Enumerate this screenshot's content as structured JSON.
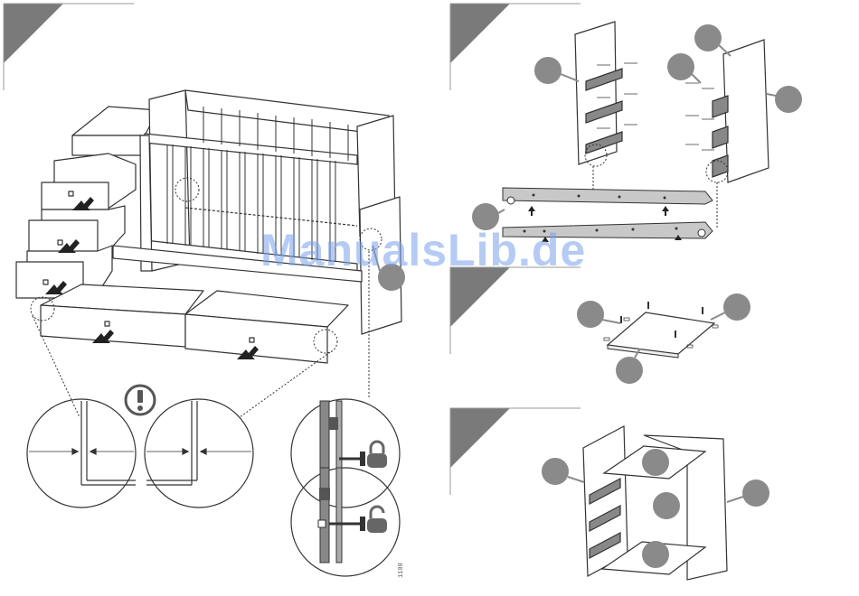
{
  "watermark": {
    "text": "ManualsLib.de"
  },
  "footer": {
    "code": "1100"
  },
  "steps": [
    {
      "id": "step-1"
    },
    {
      "id": "step-2"
    },
    {
      "id": "step-3"
    },
    {
      "id": "step-4"
    }
  ],
  "icons": {
    "warning": "exclamation-circle-icon",
    "locked": "padlock-closed-icon",
    "unlocked": "padlock-open-icon"
  },
  "colors": {
    "line": "#333333",
    "callout": "#8a8a8a",
    "step_marker": "#7a7a7a",
    "watermark": "#78a0eb"
  }
}
